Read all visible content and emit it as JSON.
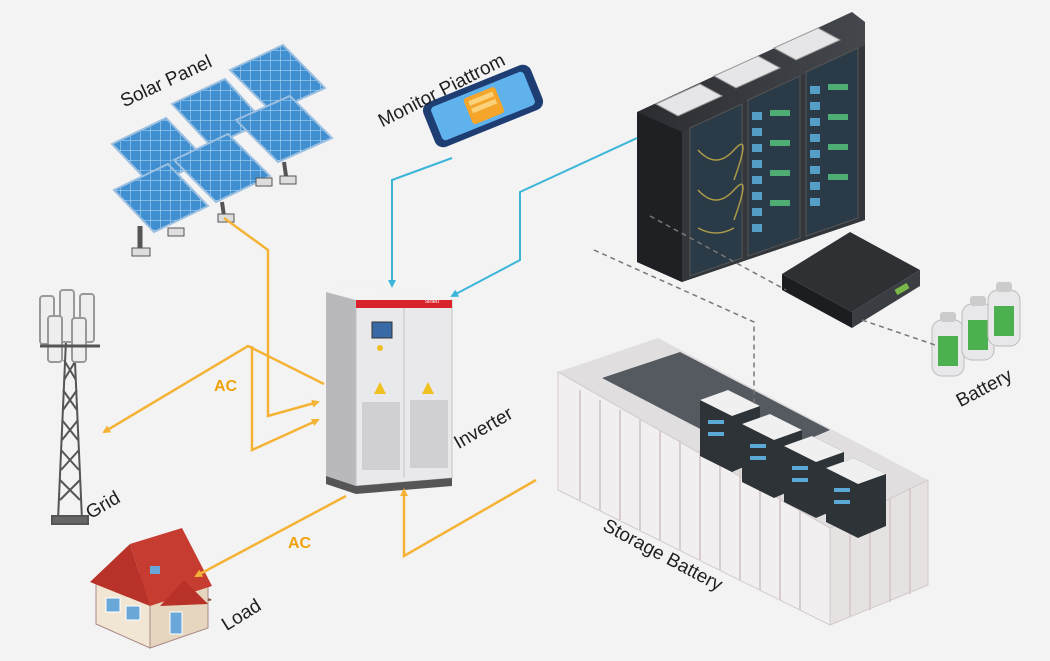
{
  "labels": {
    "solar_panel": "Solar Panel",
    "monitor_platform": "Monitor Piattrom",
    "inverter": "Inverter",
    "grid": "Grid",
    "load": "Load",
    "storage_battery": "Storage Battery",
    "battery": "Battery"
  },
  "flows": {
    "ac_grid": "AC",
    "ac_load": "AC"
  },
  "inverter_brand": "sineti",
  "colors": {
    "power_flow": "#f5b335",
    "data_link": "#3cb6d8",
    "inverter_accent": "#d8232a",
    "battery_green": "#4caf50",
    "roof_red": "#b8322a"
  }
}
